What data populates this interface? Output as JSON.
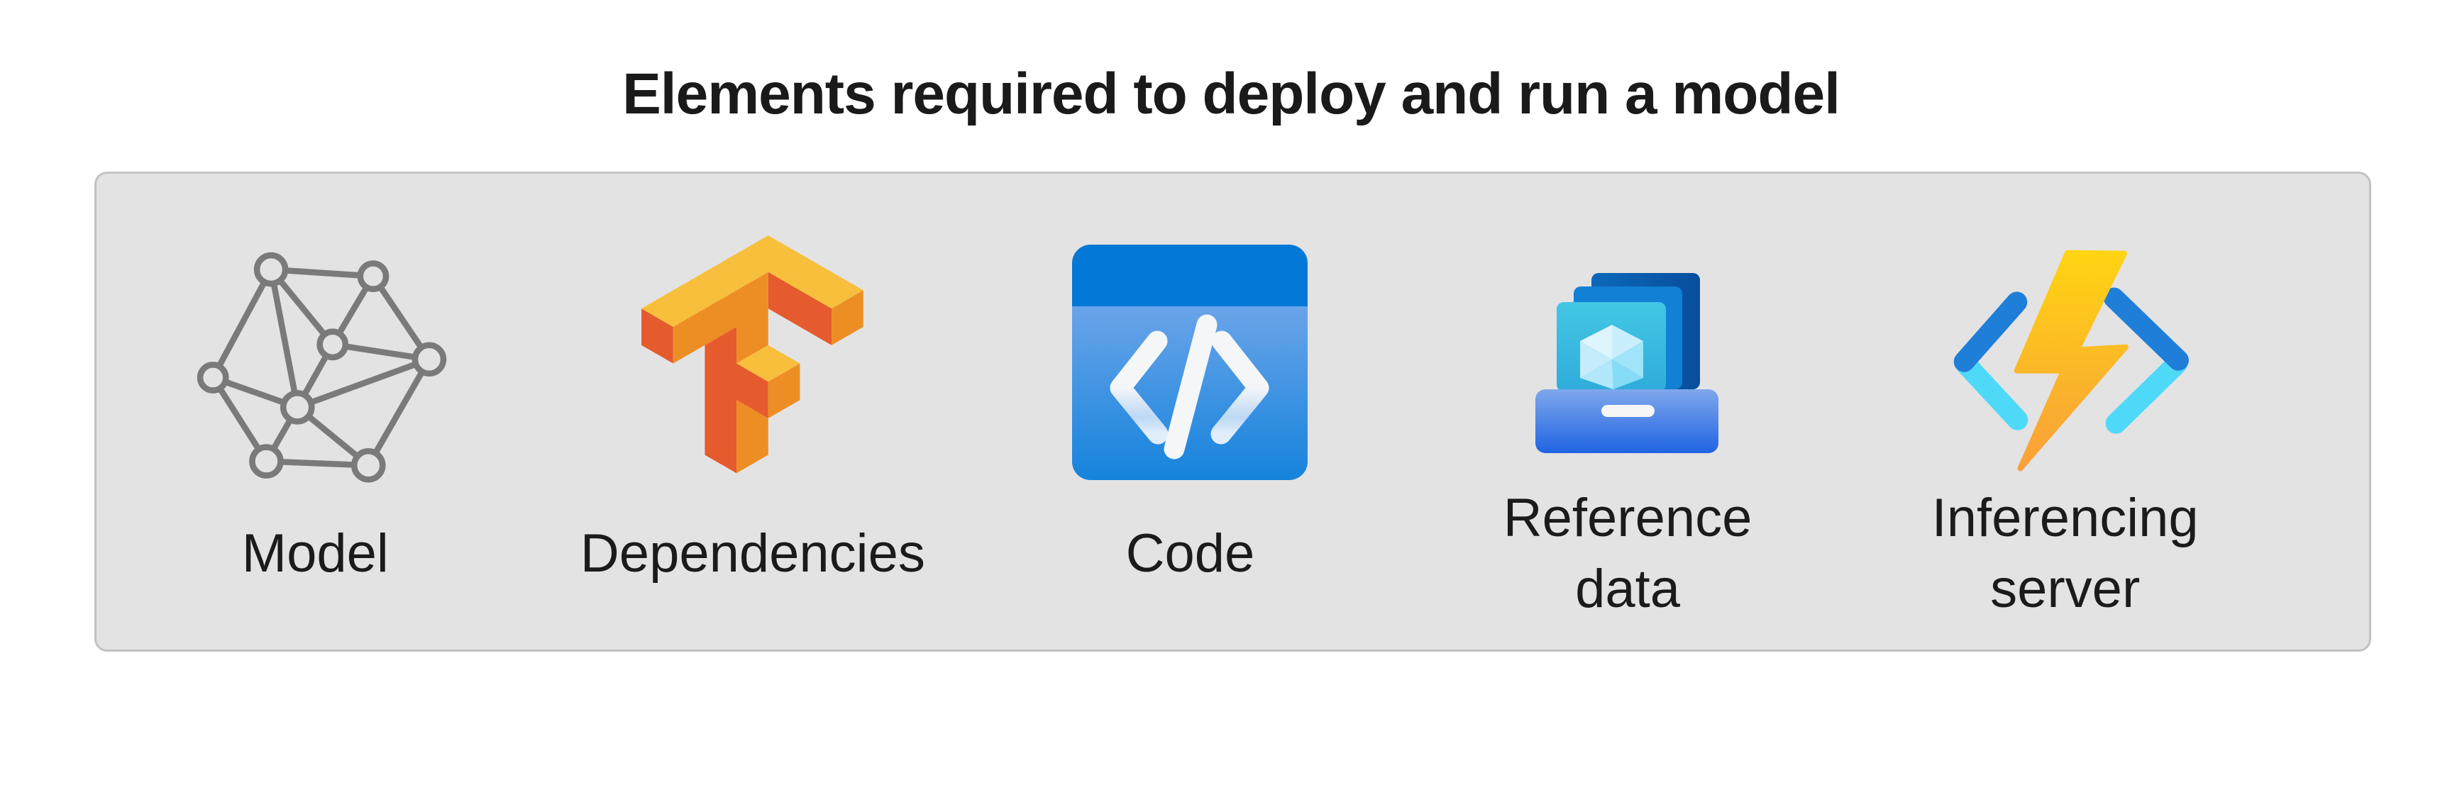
{
  "title": "Elements required to deploy and run a model",
  "panel": {
    "items": [
      {
        "label": "Model",
        "icon": "model-network-icon"
      },
      {
        "label": "Dependencies",
        "icon": "tensorflow-icon"
      },
      {
        "label": "Code",
        "icon": "code-window-icon"
      },
      {
        "label": "Reference\ndata",
        "icon": "reference-data-drawer-icon"
      },
      {
        "label": "Inferencing\nserver",
        "icon": "azure-functions-bolt-icon"
      }
    ]
  },
  "colors": {
    "page_bg": "#ffffff",
    "panel_bg": "#e3e3e3",
    "panel_border": "#c2c2c2",
    "title_color": "#1a1a1a",
    "label_color": "#1b1b1b",
    "model_gray": "#7a7a7a",
    "tf_dark_orange": "#E55B2D",
    "tf_mid_orange": "#ED8E24",
    "tf_light_amber": "#F8BF3C",
    "code_header_blue": "#0478D7",
    "code_body_top": "#6AA4E9",
    "code_body_bottom": "#1583DC",
    "code_glyph_white": "#F4F6F8",
    "card_back_blue": "#0D68BA",
    "card_mid_blue": "#1280D4",
    "card_front_teal": "#3CC2E2",
    "cube_light_cyan": "#C9EFFC",
    "drawer_top": "#7FA8EC",
    "drawer_bottom": "#2063E2",
    "drawer_handle": "#F6F6F6",
    "bolt_yellow": "#FFD412",
    "bolt_orange": "#F9A03A",
    "bracket_blue": "#1F7ED8",
    "bracket_cyan": "#4FD9F8"
  }
}
